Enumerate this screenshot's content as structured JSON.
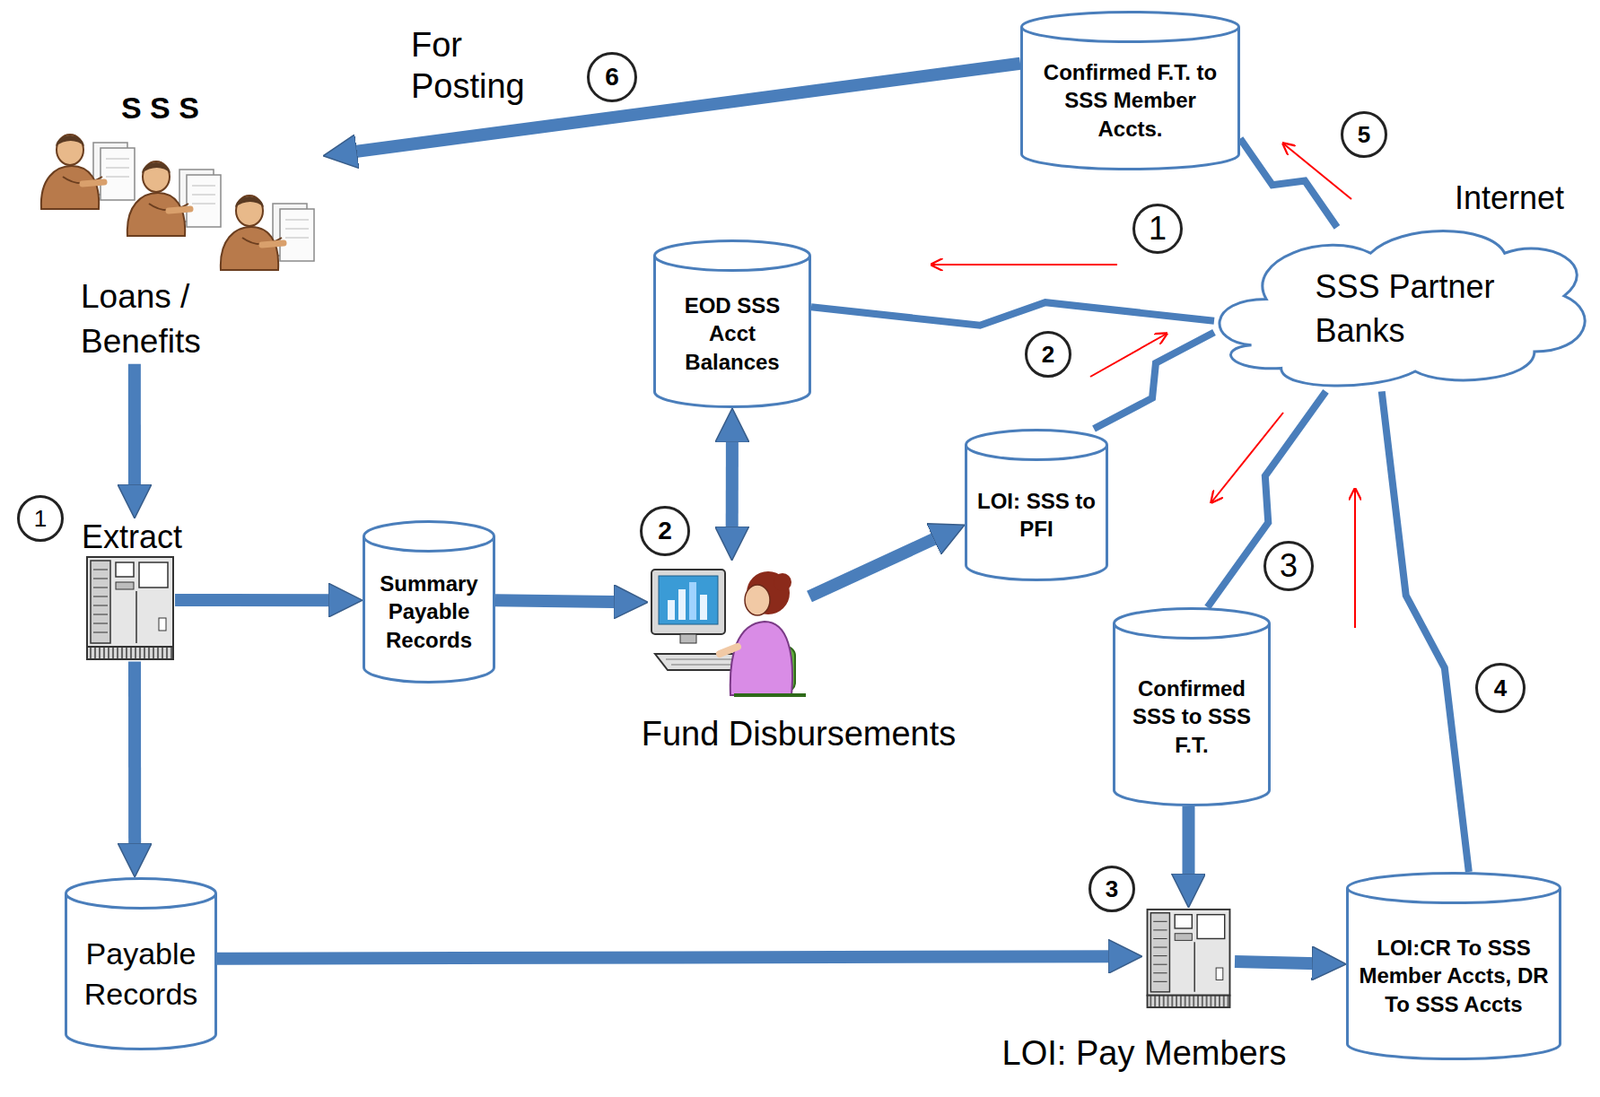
{
  "diagram": {
    "nodes": [
      {
        "text": [
          "S S S",
          "Loans / Benefits"
        ]
      },
      {
        "text": [
          "Extract"
        ]
      },
      {
        "text": [
          "Confirmed F.T. to SSS Member Accts."
        ]
      },
      {
        "text": [
          "Internet",
          "SSS Partner Banks"
        ]
      },
      {
        "text": [
          "EOD SSS Acct Balances"
        ]
      },
      {
        "text": [
          "LOI: SSS to PFI"
        ]
      },
      {
        "text": [
          "Summary Payable Records"
        ]
      },
      {
        "text": [
          "Fund Disbursements"
        ]
      },
      {
        "text": [
          "Confirmed SSS to SSS F.T."
        ]
      },
      {
        "text": [
          "Payable Records"
        ]
      },
      {
        "text": [
          "LOI: Pay Members"
        ]
      },
      {
        "text": [
          "LOI:CR To SSS Member Accts, DR To SSS Accts"
        ]
      }
    ],
    "edges": [
      {
        "from": 0,
        "to": 1,
        "arrow": "to"
      },
      {
        "from": 1,
        "to": 6,
        "arrow": "to"
      },
      {
        "from": 1,
        "to": 9,
        "arrow": "to"
      },
      {
        "from": 6,
        "to": 7,
        "arrow": "to"
      },
      {
        "from": 7,
        "to": 4,
        "arrow": "both"
      },
      {
        "from": 7,
        "to": 5,
        "arrow": "to"
      },
      {
        "from": 9,
        "to": 10,
        "arrow": "to"
      },
      {
        "from": 8,
        "to": 10,
        "arrow": "to"
      },
      {
        "from": 10,
        "to": 11,
        "arrow": "to"
      },
      {
        "from": 2,
        "to": 0,
        "arrow": "to"
      },
      {
        "from": 3,
        "to": 4,
        "arrow": "none"
      },
      {
        "from": 5,
        "to": 3,
        "arrow": "none"
      },
      {
        "from": 3,
        "to": 8,
        "arrow": "none"
      },
      {
        "from": 11,
        "to": 3,
        "arrow": "none"
      },
      {
        "from": 3,
        "to": 2,
        "arrow": "none"
      }
    ],
    "labels": [
      "For Posting",
      "6",
      "5",
      "1",
      "2",
      "3",
      "4",
      "1",
      "2",
      "3"
    ]
  }
}
